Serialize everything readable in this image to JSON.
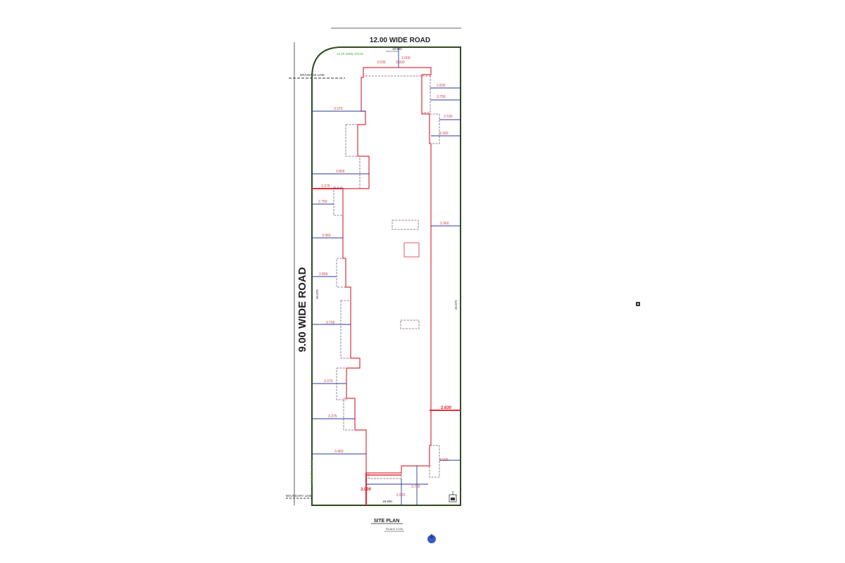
{
  "plan": {
    "top_road_label": "12.00 WIDE ROAD",
    "left_road_label": "9.00 WIDE ROAD",
    "green_road_note": "12.00 WIDE ROAD",
    "top_dim": "18.900",
    "bottom_dim": "18.900",
    "drainage_label": "DRAINAGE LINE",
    "boundary_label": "BOUNDARY LINE",
    "left_dim_label": "40.875",
    "right_dim_label": "40.875",
    "green_side_note": "9.00 WIDE ROAD",
    "caption": "SITE PLAN",
    "scale_label": "SCALE 1:100",
    "colors": {
      "boundary": "#2e4a1e",
      "building": "#e0303a",
      "setback": "#2a3a9a",
      "dashed": "#7a5a7a"
    }
  },
  "setbacks": {
    "top_a": "3.035",
    "top_b": "3.000",
    "top_c": "3.000",
    "right_1": "2.830",
    "right_2": "3.750",
    "right_3": "2.530",
    "right_4": "3.360",
    "right_5": "2.960",
    "right_6": "2.830",
    "right_7": "3.000",
    "left_1": "3.375",
    "left_2": "3.856",
    "left_3": "3.375",
    "left_4": "2.750",
    "left_5": "3.960",
    "left_6": "2.856",
    "left_7": "3.755",
    "left_8": "3.375",
    "left_9": "3.375",
    "left_10": "3.460",
    "bottom_1": "3.000",
    "bottom_2": "3.755",
    "bottom_3": "2.070"
  }
}
